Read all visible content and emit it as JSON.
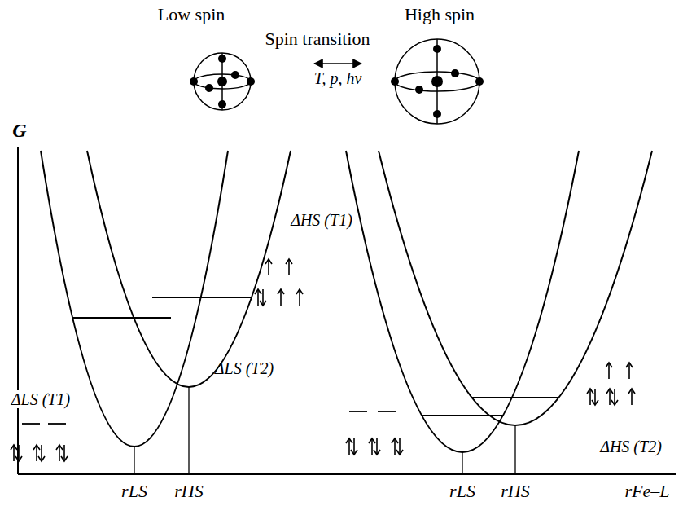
{
  "diagram": {
    "labels": [
      "Low spin",
      "High spin",
      "Spin transition",
      "T, p, hν",
      "G",
      "ΔHS (T1)",
      "ΔLS (T1)",
      "ΔLS (T2)",
      "ΔHS (T2)",
      "rLS",
      "rHS",
      "rLS",
      "rHS",
      "rFe–L"
    ]
  }
}
